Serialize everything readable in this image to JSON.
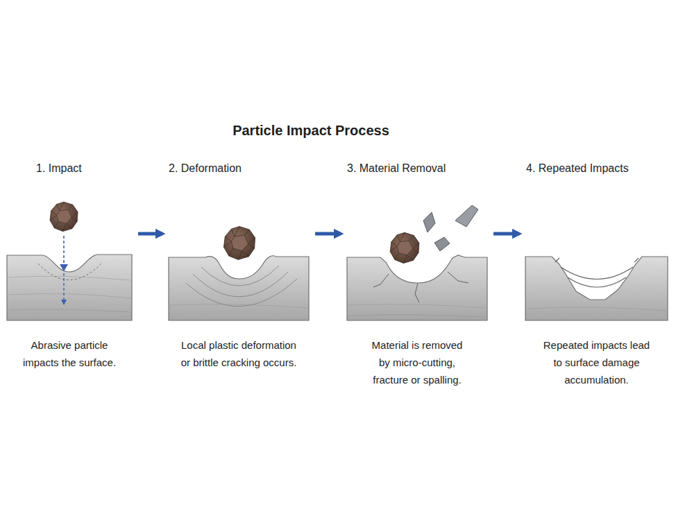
{
  "diagram": {
    "title": "Particle Impact Process",
    "nodes": [
      {
        "text": [
          "1. Impact",
          "Abrasive particle impacts the surface."
        ]
      },
      {
        "text": [
          "2. Deformation",
          "Local plastic deformation or brittle cracking occurs."
        ]
      },
      {
        "text": [
          "3. Material Removal",
          "Material is removed by micro-cutting, fracture or spalling."
        ]
      },
      {
        "text": [
          "4. Repeated Impacts",
          "Repeated impacts lead to surface damage accumulation."
        ]
      }
    ],
    "edges": [
      {
        "from": 0,
        "to": 1,
        "arrow": "to"
      },
      {
        "from": 1,
        "to": 2,
        "arrow": "to"
      },
      {
        "from": 2,
        "to": 3,
        "arrow": "to"
      }
    ]
  }
}
